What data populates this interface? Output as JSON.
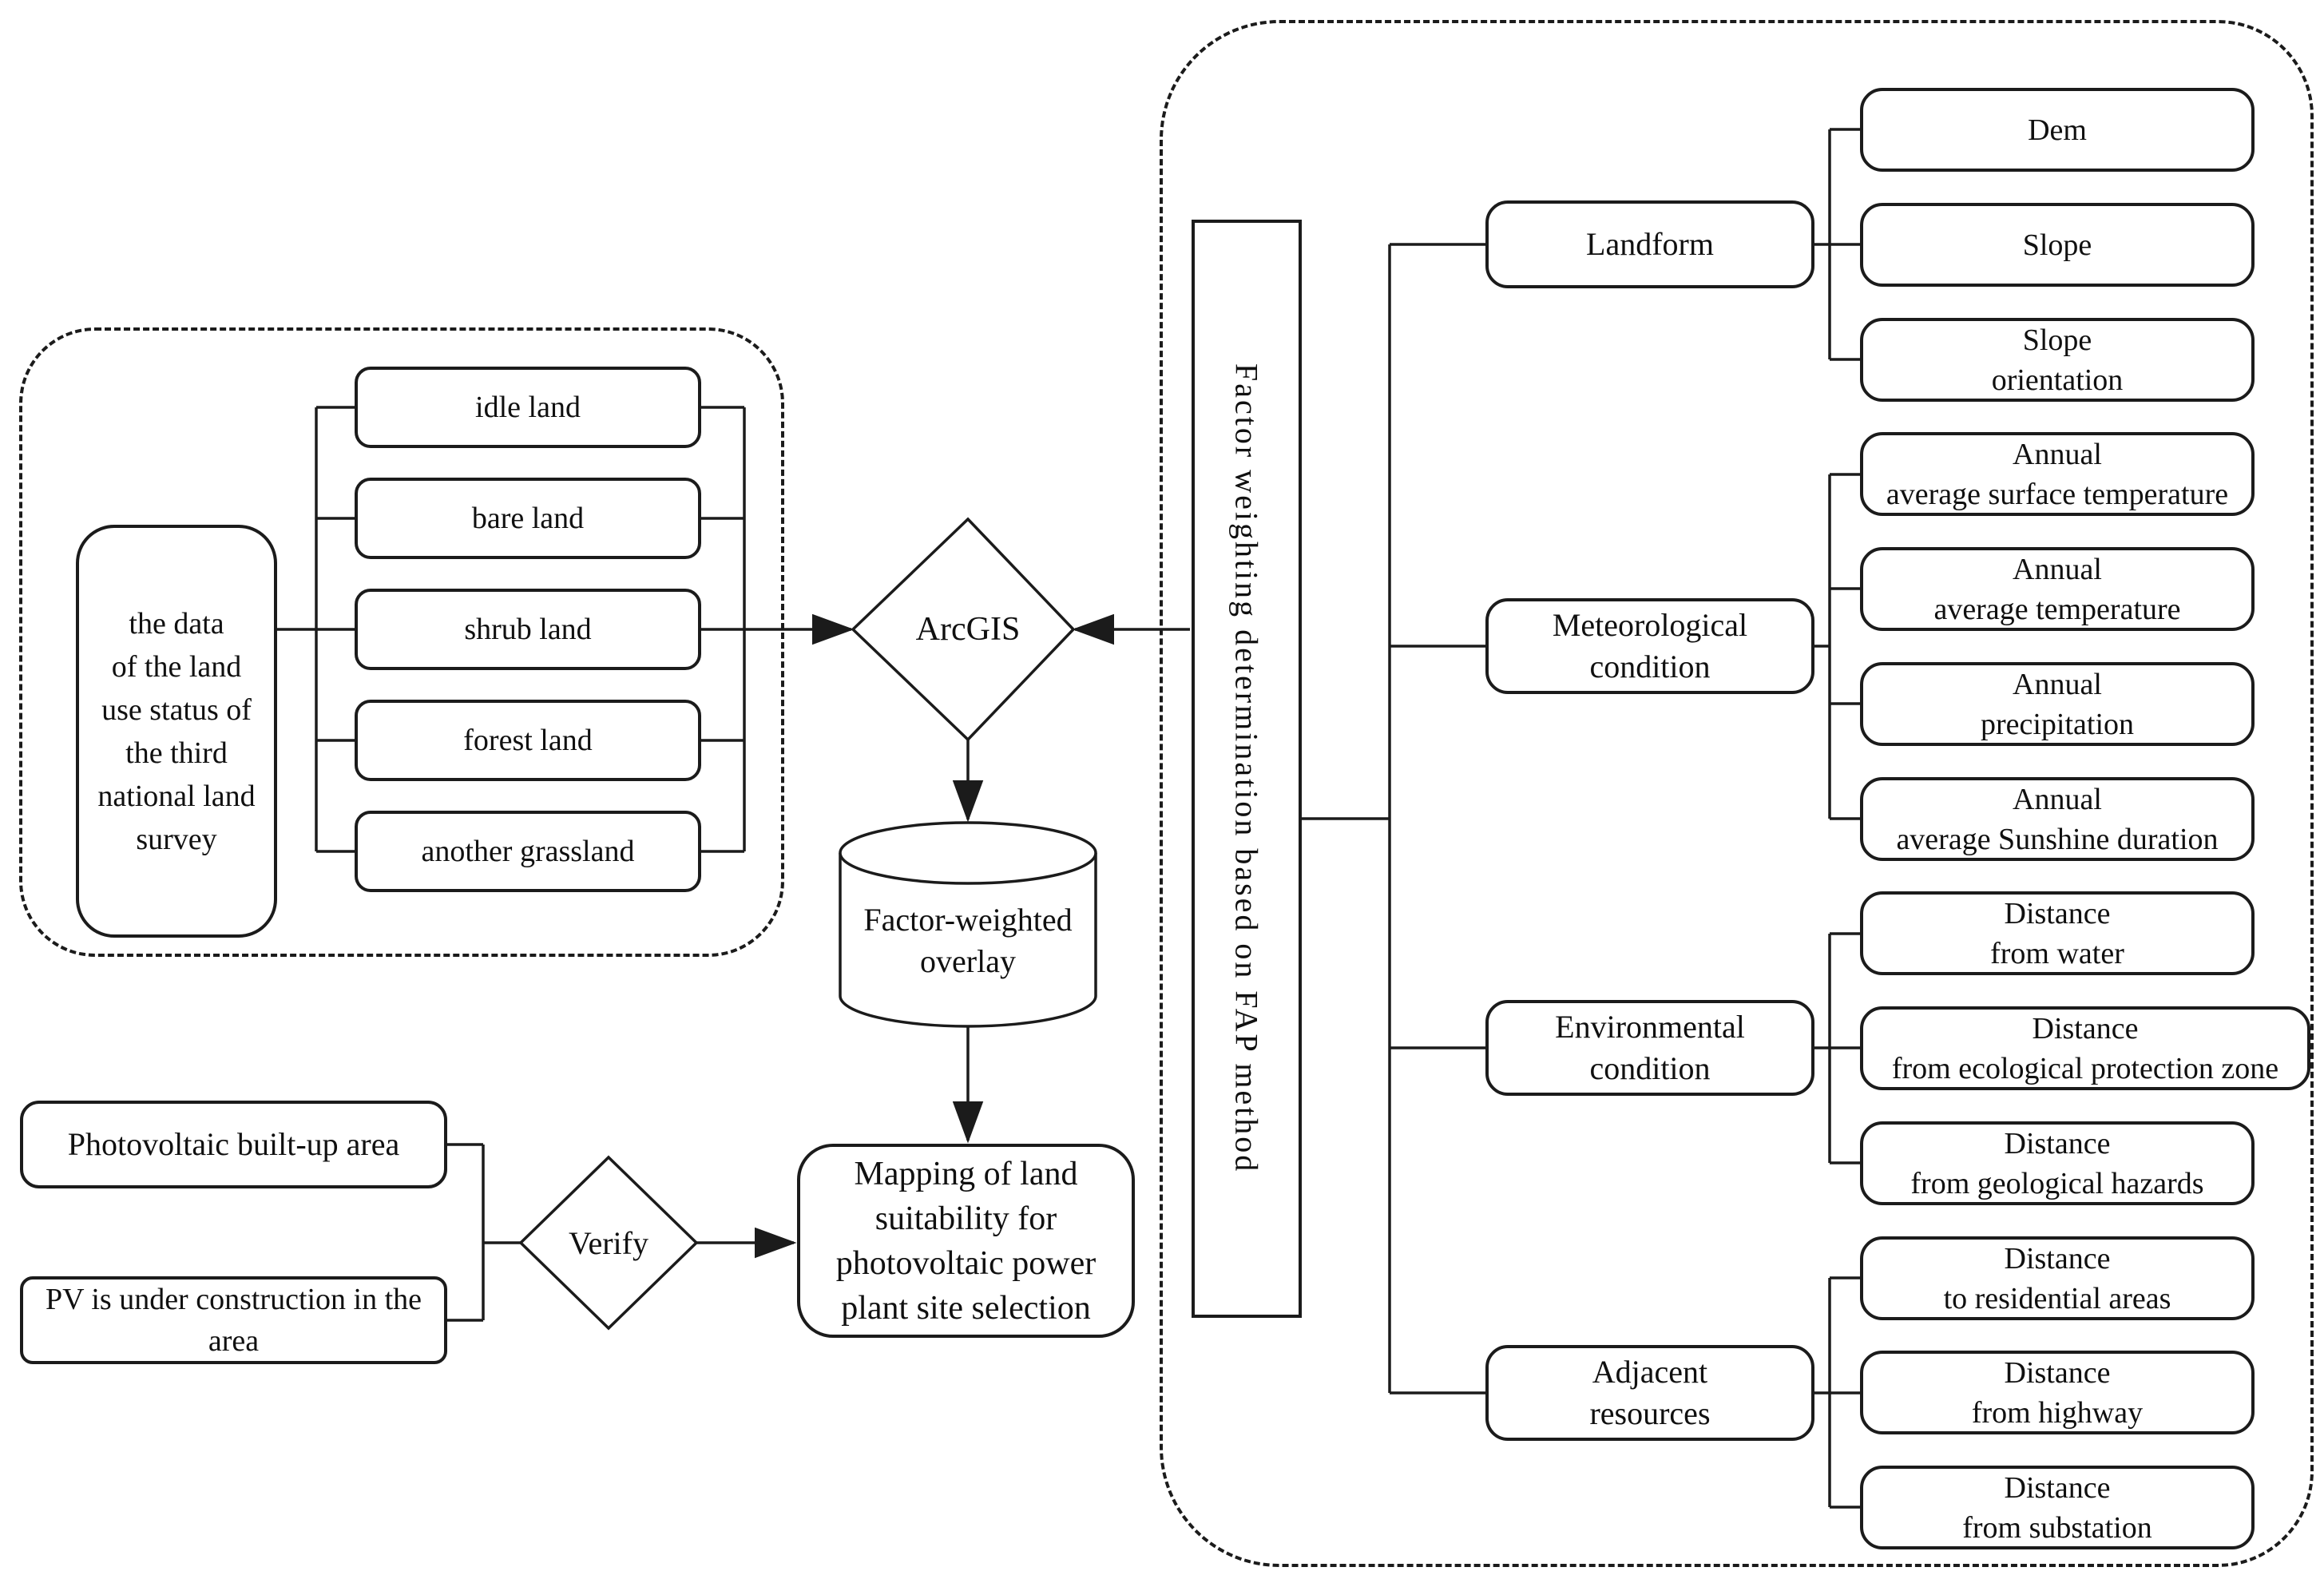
{
  "page": {
    "background": "#ffffff",
    "line_color": "#1b1b1b",
    "text_color": "#101010"
  },
  "land_survey_group": {
    "source_box": "the data\nof the land\nuse status of\nthe third\nnational land\nsurvey",
    "land_types": [
      "idle land",
      "bare land",
      "shrub land",
      "forest land",
      "another grassland"
    ]
  },
  "process": {
    "arcgis": "ArcGIS",
    "overlay_db": "Factor-weighted\noverlay",
    "mapping_result": "Mapping of land\nsuitability for\nphotovoltaic power\nplant site selection",
    "verify": "Verify",
    "pv_built_up": "Photovoltaic built-up area",
    "pv_under_construction": "PV is under construction in the\narea"
  },
  "factor_group": {
    "title": "Factor weighting determination based on FAP method",
    "categories": [
      {
        "label": "Landform",
        "children": [
          "Dem",
          "Slope",
          "Slope\norientation"
        ]
      },
      {
        "label": "Meteorological\ncondition",
        "children": [
          "Annual\naverage surface temperature",
          "Annual\naverage temperature",
          "Annual\nprecipitation",
          "Annual\naverage Sunshine duration"
        ]
      },
      {
        "label": "Environmental\ncondition",
        "children": [
          "Distance\nfrom water",
          "Distance\nfrom ecological protection zone",
          "Distance\nfrom geological hazards"
        ]
      },
      {
        "label": "Adjacent\nresources",
        "children": [
          "Distance\nto residential areas",
          "Distance\nfrom highway",
          "Distance\nfrom substation"
        ]
      }
    ]
  }
}
